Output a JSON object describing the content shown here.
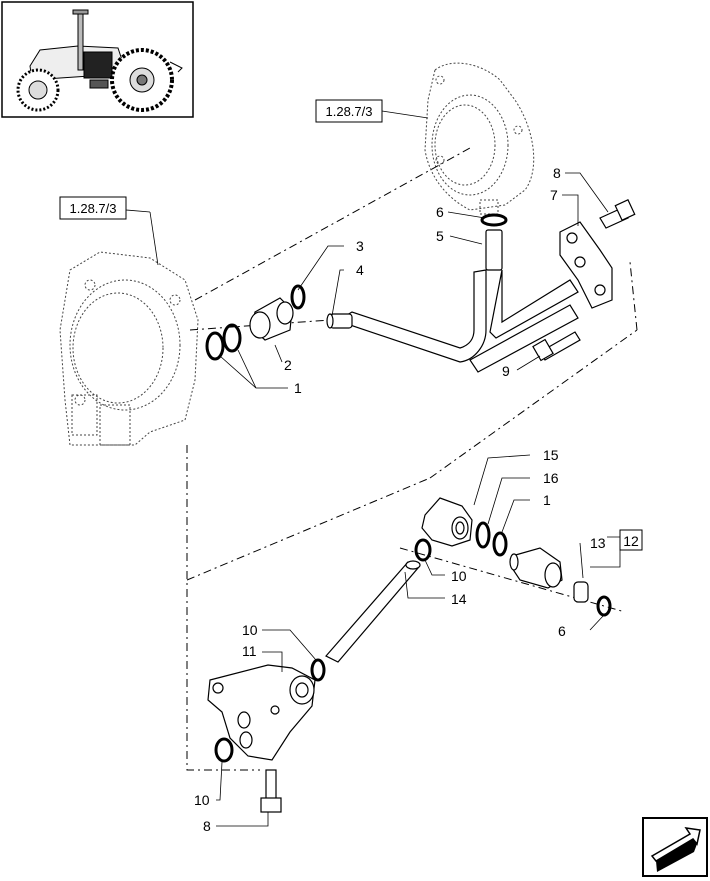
{
  "refs": {
    "upper": "1.28.7/3",
    "left": "1.28.7/3"
  },
  "callouts": {
    "p8_top": "8",
    "p7": "7",
    "p6_top": "6",
    "p5": "5",
    "p3": "3",
    "p4": "4",
    "p2": "2",
    "p1_left": "1",
    "p9": "9",
    "p15": "15",
    "p16": "16",
    "p1_right": "1",
    "p13": "13",
    "p12": "12",
    "p10_mid": "10",
    "p14": "14",
    "p6_bottom": "6",
    "p10_left": "10",
    "p11": "11",
    "p10_bottom": "10",
    "p8_bottom": "8"
  },
  "icons": {
    "thumbnail": "tractor-thumbnail-icon",
    "nav": "next-page-arrow-icon"
  }
}
